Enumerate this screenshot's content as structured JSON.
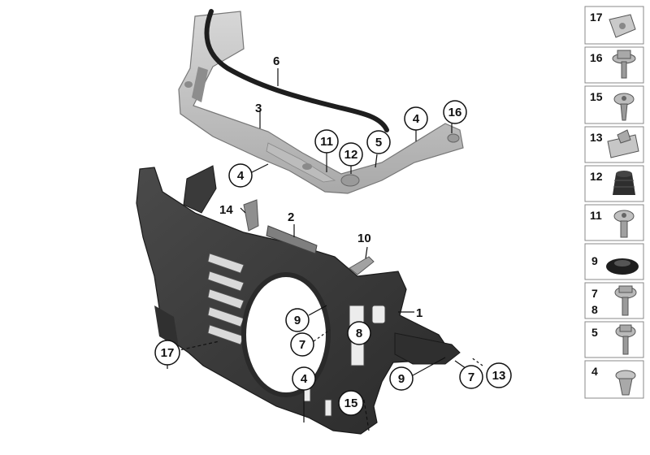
{
  "diagram": {
    "callouts": {
      "c1": "1",
      "c2": "2",
      "c3": "3",
      "c4a": "4",
      "c4b": "4",
      "c4c": "4",
      "c5": "5",
      "c6": "6",
      "c7a": "7",
      "c7b": "7",
      "c8": "8",
      "c9a": "9",
      "c9b": "9",
      "c10": "10",
      "c11": "11",
      "c12": "12",
      "c13": "13",
      "c14": "14",
      "c15": "15",
      "c16": "16",
      "c17": "17"
    },
    "legend": {
      "r1": "17",
      "r2": "16",
      "r3": "15",
      "r4": "13",
      "r5": "12",
      "r6": "11",
      "r7": "9",
      "r8a": "7",
      "r8b": "8",
      "r9": "5",
      "r10": "4"
    },
    "icons": [
      "u-nut-icon",
      "collar-bolt-icon",
      "torx-screw-icon",
      "clip-nut-icon",
      "rubber-buffer-icon",
      "torx-bolt-icon",
      "grommet-icon",
      "hex-bolt-icon",
      "hex-screw-icon",
      "push-rivet-icon"
    ]
  }
}
